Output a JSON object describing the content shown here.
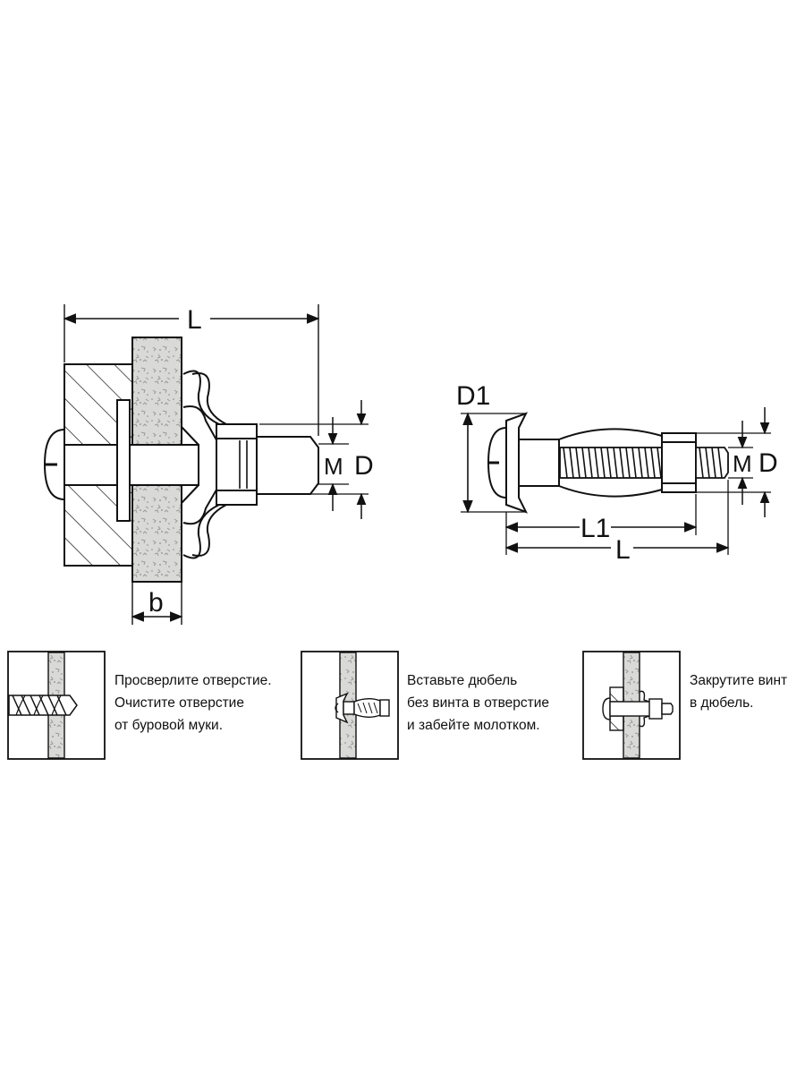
{
  "diagram": {
    "left_view": {
      "length_label": "L",
      "screw_label": "M",
      "diameter_label": "D",
      "thickness_label": "b"
    },
    "right_view": {
      "head_diameter_label": "D1",
      "sleeve_length_label": "L1",
      "length_label": "L",
      "screw_label": "M",
      "diameter_label": "D"
    }
  },
  "steps": [
    {
      "lines": [
        "Просверлите отверстие.",
        "Очистите отверстие",
        "от буровой муки."
      ]
    },
    {
      "lines": [
        "Вставьте дюбель",
        "без винта в отверстие",
        "и забейте молотком."
      ]
    },
    {
      "lines": [
        "Закрутите винт",
        "в дюбель."
      ]
    }
  ],
  "colors": {
    "line": "#111111",
    "board": "#d9d9d7",
    "board_speckle": "#9a9a98",
    "metal": "#ffffff"
  }
}
